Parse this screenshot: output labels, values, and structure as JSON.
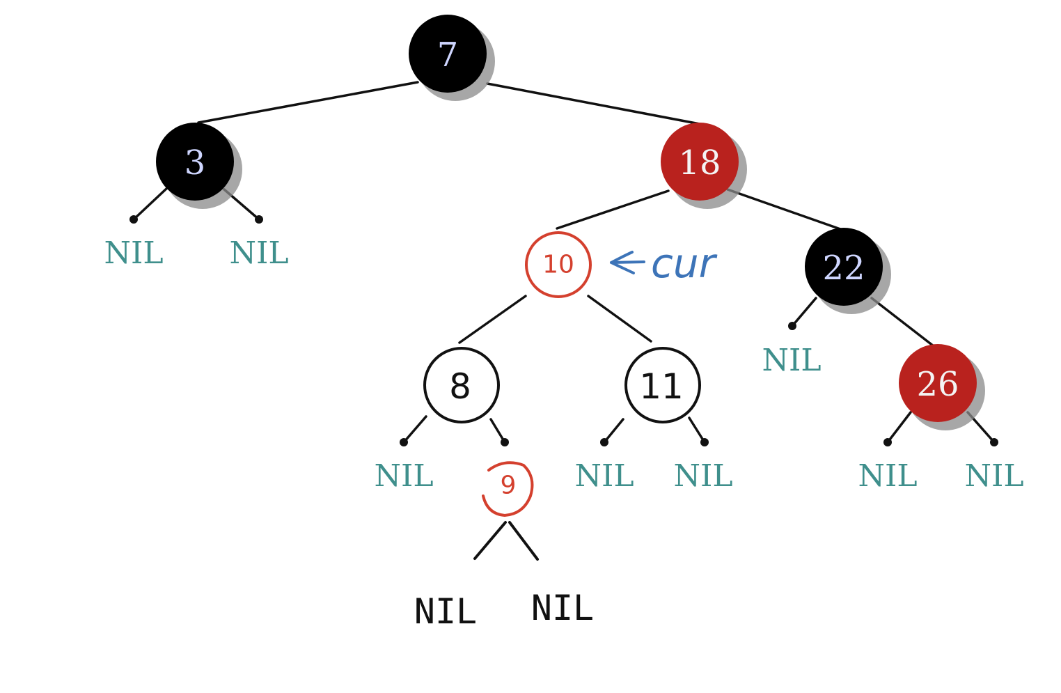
{
  "tree": {
    "nodes": [
      {
        "id": "n7",
        "label": "7",
        "color": "black"
      },
      {
        "id": "n3",
        "label": "3",
        "color": "black"
      },
      {
        "id": "n18",
        "label": "18",
        "color": "red"
      },
      {
        "id": "n22",
        "label": "22",
        "color": "black"
      },
      {
        "id": "n26",
        "label": "26",
        "color": "red"
      }
    ],
    "nil_label": "NIL"
  },
  "handwritten": {
    "node_10": "10",
    "node_8": "8",
    "node_11": "11",
    "node_9": "9",
    "cur_label": "cur",
    "nil_left": "NIL",
    "nil_right": "NIL"
  },
  "colors": {
    "black_node": "#000000",
    "red_node": "#b9221e",
    "nil_text": "#3f8f8c",
    "hand_red": "#d4402e",
    "hand_blue": "#3d74b8"
  }
}
